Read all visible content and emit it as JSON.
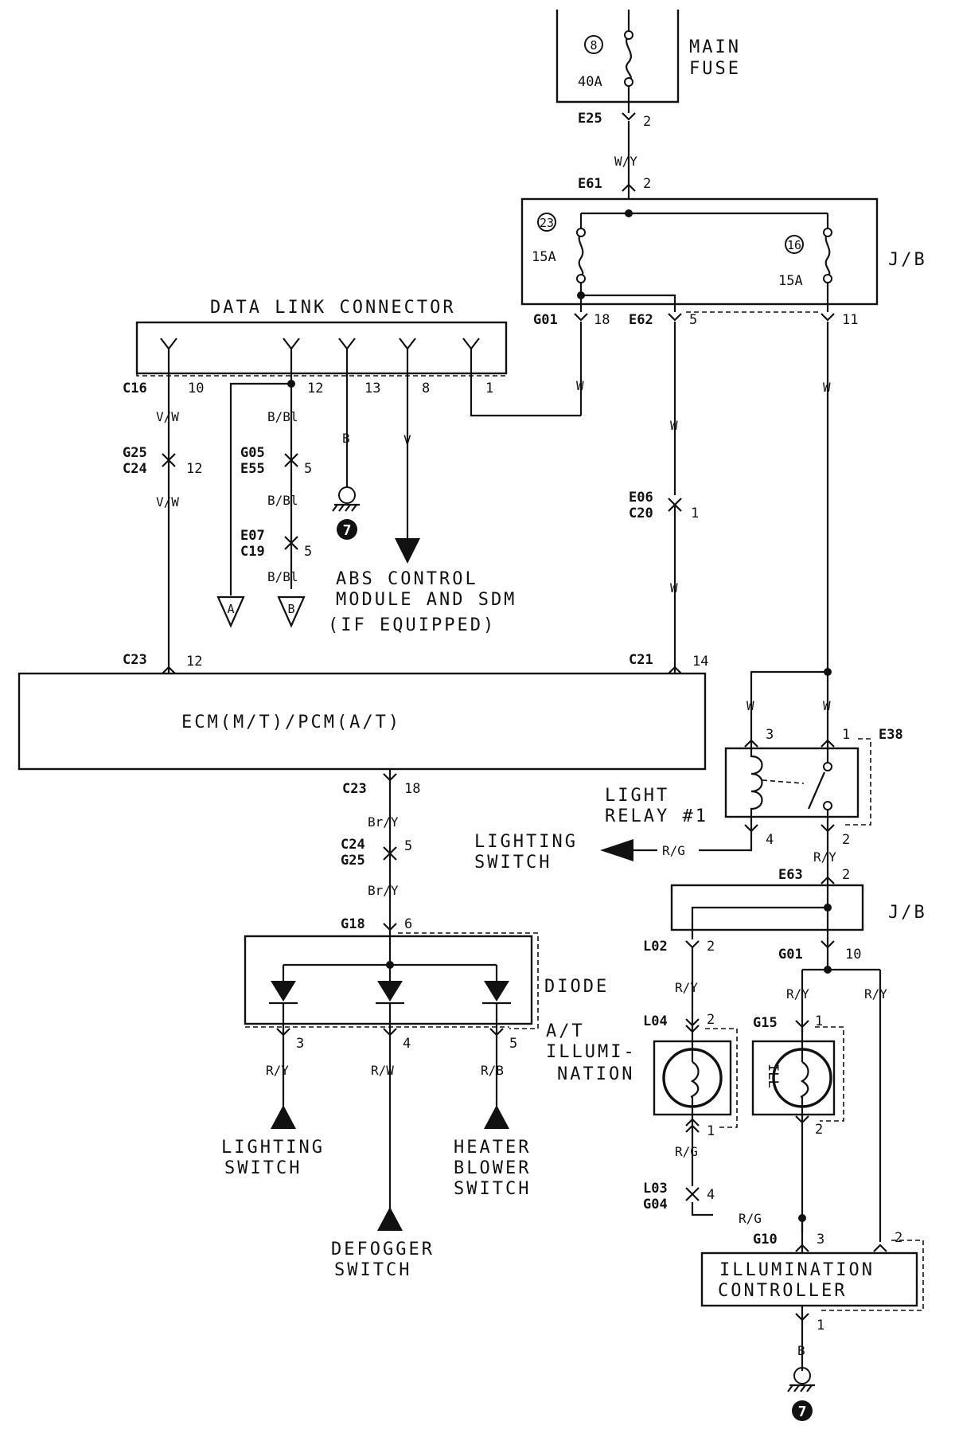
{
  "fuses": {
    "main": {
      "id": "8",
      "rating": "40A",
      "label_line1": "MAIN",
      "label_line2": "FUSE"
    },
    "f23": {
      "id": "23",
      "rating": "15A"
    },
    "f16": {
      "id": "16",
      "rating": "15A"
    }
  },
  "jb": {
    "label": "J/B"
  },
  "connectors": {
    "e25": "E25",
    "e25_pin": "2",
    "wy": "W/Y",
    "e61": "E61",
    "e61_pin": "2",
    "g01_top": "G01",
    "g01_top_pin": "18",
    "e62": "E62",
    "e62_pin": "5",
    "jb_pin11": "11",
    "c16": "C16",
    "g25c24": [
      "G25",
      "C24"
    ],
    "g25c24_pin": "12",
    "g05e55": [
      "G05",
      "E55"
    ],
    "g05e55_pin": "5",
    "e07c19": [
      "E07",
      "C19"
    ],
    "e07c19_pin": "5",
    "e06c20": [
      "E06",
      "C20"
    ],
    "e06c20_pin": "1",
    "c23_top": "C23",
    "c23_top_pin": "12",
    "c21": "C21",
    "c21_pin": "14",
    "c23_bot": "C23",
    "c23_bot_pin": "18",
    "c24g25": [
      "C24",
      "G25"
    ],
    "c24g25_pin": "5",
    "g18": "G18",
    "g18_pin": "6",
    "e38": "E38",
    "e63": "E63",
    "e63_pin": "2",
    "l02": "L02",
    "l02_pin": "2",
    "g01_bot": "G01",
    "g01_bot_pin": "10",
    "l04": "L04",
    "l04_pin": "2",
    "g15": "G15",
    "g15_pin": "1",
    "l03g04": [
      "L03",
      "G04"
    ],
    "l03g04_pin": "4",
    "g10": "G10",
    "g10_pin": "3",
    "ctrl_pin2": "2",
    "ctrl_pin1": "1"
  },
  "dlc": {
    "title": "DATA LINK CONNECTOR",
    "pins": [
      "10",
      "12",
      "13",
      "8",
      "1"
    ]
  },
  "wires": {
    "vw": "V/W",
    "bbl": "B/Bl",
    "b": "B",
    "v": "V",
    "w": "W",
    "bry": "Br/Y",
    "ry": "R/Y",
    "rw": "R/W",
    "rb": "R/B",
    "rg": "R/G"
  },
  "grounds": {
    "num": "7"
  },
  "abs": {
    "line1": "ABS CONTROL",
    "line2": "MODULE AND SDM",
    "line3": "(IF EQUIPPED)"
  },
  "refs": {
    "a": "A",
    "b": "B"
  },
  "ecm": {
    "label": "ECM(M/T)/PCM(A/T)"
  },
  "relay": {
    "line1": "LIGHT",
    "line2": "RELAY #1",
    "pin3": "3",
    "pin1": "1",
    "pin4": "4",
    "pin2": "2"
  },
  "lighting_switch_right": {
    "line1": "LIGHTING",
    "line2": "SWITCH"
  },
  "diode": {
    "label": "DIODE",
    "pins": [
      "3",
      "4",
      "5"
    ]
  },
  "switches": {
    "lighting": {
      "line1": "LIGHTING",
      "line2": "SWITCH"
    },
    "defogger": {
      "line1": "DEFOGGER",
      "line2": "SWITCH"
    },
    "heater": {
      "line1": "HEATER",
      "line2": "BLOWER",
      "line3": "SWITCH"
    }
  },
  "at_illum": {
    "line1": "A/T",
    "line2": "ILLUMI-",
    "line3": "NATION",
    "bottom_pin": "1"
  },
  "ill_lamp": {
    "text": "ILL",
    "bottom_pin": "2"
  },
  "controller": {
    "line1": "ILLUMINATION",
    "line2": "CONTROLLER"
  }
}
